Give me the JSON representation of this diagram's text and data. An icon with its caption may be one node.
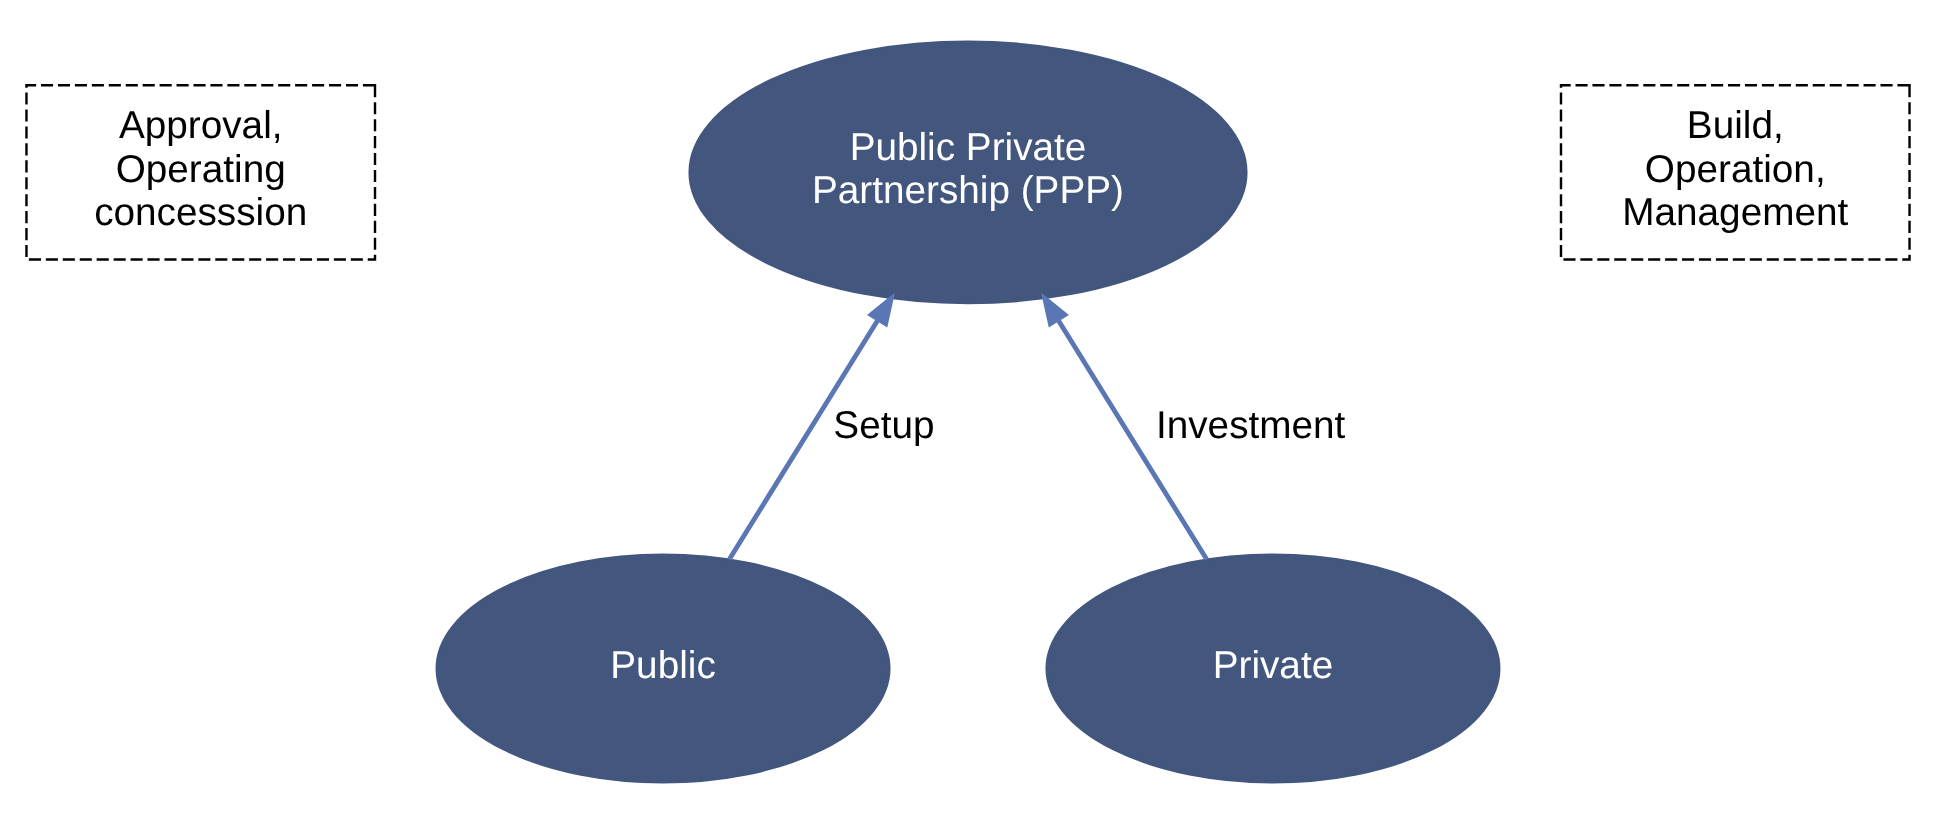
{
  "diagram": {
    "nodes": [
      {
        "text": [
          "Public Private Partnership (PPP)"
        ]
      },
      {
        "text": [
          "Public"
        ]
      },
      {
        "text": [
          "Private"
        ]
      },
      {
        "text": [
          "Approval, Operating concesssion"
        ]
      },
      {
        "text": [
          "Build, Operation, Management"
        ]
      }
    ],
    "edges": [
      {
        "from": 1,
        "to": 0,
        "arrow": "to",
        "label": "Setup"
      },
      {
        "from": 2,
        "to": 0,
        "arrow": "to",
        "label": "Investment"
      }
    ]
  }
}
